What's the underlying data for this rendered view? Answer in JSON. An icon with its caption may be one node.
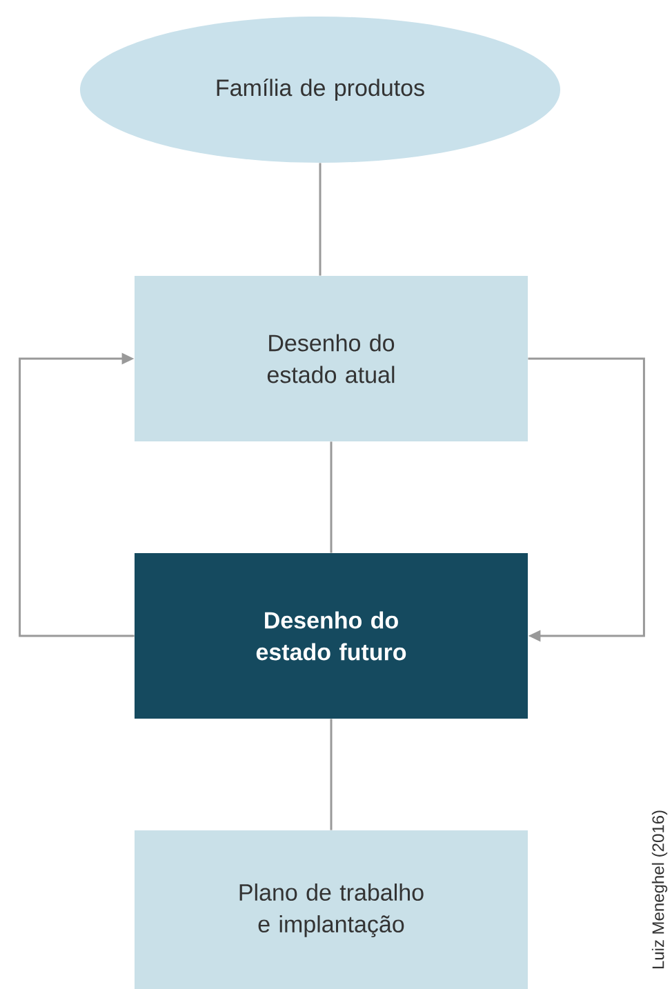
{
  "diagram": {
    "nodes": [
      {
        "text": [
          "Família de produtos"
        ]
      },
      {
        "text": [
          "Desenho do estado atual"
        ]
      },
      {
        "text": [
          "Desenho do estado futuro"
        ]
      },
      {
        "text": [
          "Plano de trabalho e implantação"
        ]
      }
    ],
    "edges": [
      {
        "from": 0,
        "to": 1,
        "arrow": "none"
      },
      {
        "from": 1,
        "to": 2,
        "arrow": "none"
      },
      {
        "from": 2,
        "to": 3,
        "arrow": "none"
      },
      {
        "from": 2,
        "to": 1,
        "arrow": "to"
      },
      {
        "from": 1,
        "to": 2,
        "arrow": "to"
      }
    ],
    "labels": [
      "Luiz Meneghel (2016)"
    ]
  }
}
